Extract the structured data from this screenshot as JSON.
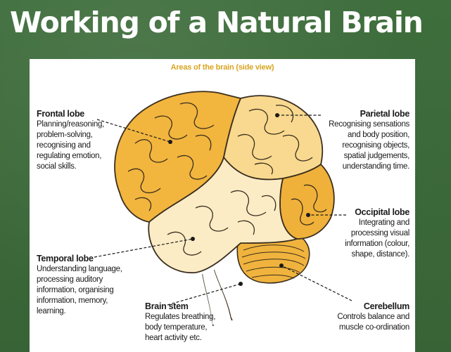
{
  "slide": {
    "title": "Working of a Natural Brain"
  },
  "diagram": {
    "caption": "Areas of the brain (side view)",
    "labels": {
      "frontal": {
        "title": "Frontal lobe",
        "desc": "Planning/reasoning,\nproblem-solving,\nrecognising and\nregulating emotion,\nsocial skills."
      },
      "parietal": {
        "title": "Parietal lobe",
        "desc": "Recognising sensations\nand body position,\nrecognising objects,\nspatial judgements,\nunderstanding time."
      },
      "occipital": {
        "title": "Occipital lobe",
        "desc": "Integrating and\nprocessing visual\ninformation (colour,\nshape, distance)."
      },
      "temporal": {
        "title": "Temporal lobe",
        "desc": "Understanding language,\nprocessing auditory\ninformation, organising\ninformation, memory,\nlearning."
      },
      "brainstem": {
        "title": "Brain stem",
        "desc": "Regulates breathing,\nbody temperature,\nheart activity etc."
      },
      "cerebellum": {
        "title": "Cerebellum",
        "desc": "Controls balance and\nmuscle co-ordination"
      }
    },
    "colors": {
      "frontal": "#f2b53e",
      "parietal": "#f8d98f",
      "temporal": "#fbecc6",
      "occipital": "#f0b13a",
      "cerebellum": "#f0b33d",
      "outline": "#3a2e1e",
      "caption": "#d9a521"
    }
  }
}
